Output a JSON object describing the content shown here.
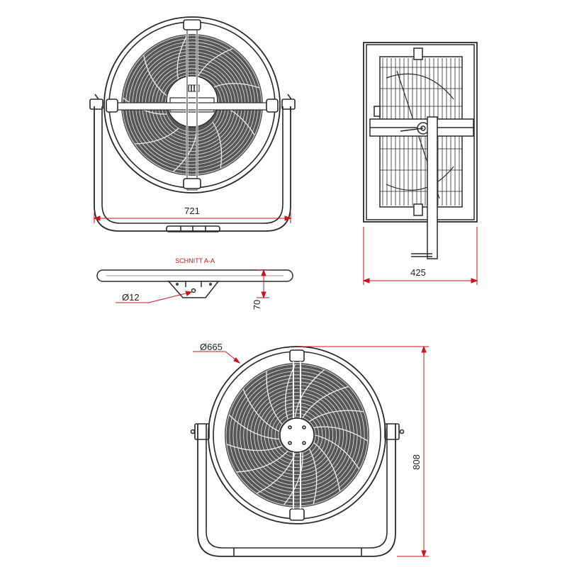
{
  "labels": {
    "width_front": "721",
    "depth_side": "425",
    "section_title": "SCHNITT A-A",
    "hole_diameter": "Ø12",
    "foot_height": "70",
    "grille_diameter": "Ø665",
    "total_height": "808"
  },
  "colors": {
    "line": "#2a2a2a",
    "dimension": "#c8141e",
    "background": "#ffffff"
  }
}
